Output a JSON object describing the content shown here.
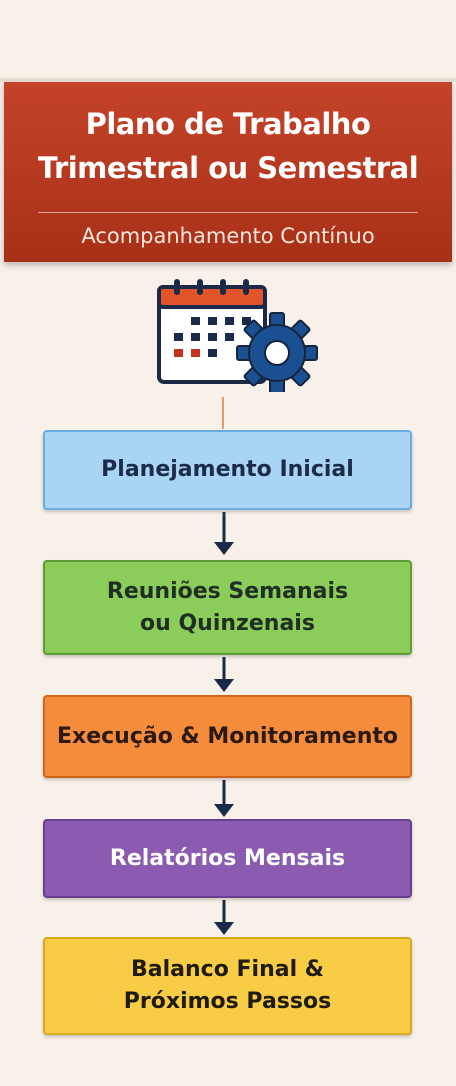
{
  "header": {
    "title": "Plano de Trabalho\nTrimestral ou Semestral",
    "subtitle": "Acompanhamento Contínuo"
  },
  "icons": {
    "main": "calendar-gear-icon"
  },
  "steps": [
    {
      "label": "Planejamento Inicial",
      "color": "#a9d4f4",
      "border": "#6aaee0",
      "text": "#1d2b4a"
    },
    {
      "label": "Reuniões Semanais\nou Quinzenais",
      "color": "#8ccc5b",
      "border": "#5e9d36",
      "text": "#1f2f23"
    },
    {
      "label": "Execução & Monitoramento",
      "color": "#f58c3c",
      "border": "#d0661b",
      "text": "#2a1a10"
    },
    {
      "label": "Relatórios Mensais",
      "color": "#8a5bb0",
      "border": "#6a3f90",
      "text": "#ffffff"
    },
    {
      "label": "Balanco Final &\nPróximos Passos",
      "color": "#f8cc45",
      "border": "#d9a920",
      "text": "#1f1b10"
    }
  ]
}
